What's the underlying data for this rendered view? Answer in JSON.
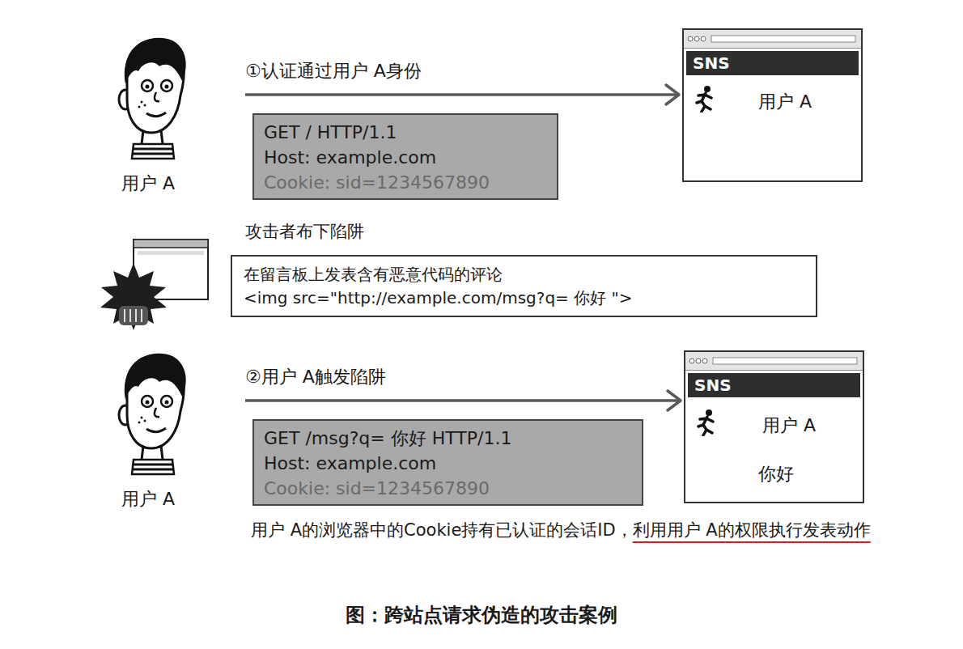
{
  "diagram": {
    "caption": "图：跨站点请求伪造的攻击案例",
    "nodes": [
      {
        "text": [
          "用户 A"
        ]
      },
      {
        "text": [
          "SNS",
          "用户 A"
        ]
      },
      {
        "text": [
          "GET / HTTP/1.1",
          "Host: example.com",
          "Cookie: sid=1234567890"
        ]
      },
      {
        "text": [
          "在留言板上发表含有恶意代码的评论",
          "<img src=\"http://example.com/msg?q= 你好 \">"
        ]
      },
      {
        "text": [
          "用户 A"
        ]
      },
      {
        "text": [
          "SNS",
          "用户 A",
          "你好"
        ]
      },
      {
        "text": [
          "GET /msg?q= 你好 HTTP/1.1",
          "Host: example.com",
          "Cookie: sid=1234567890"
        ]
      }
    ],
    "edges": [
      {
        "from": 0,
        "to": 1,
        "arrow": "to",
        "label": "①认证通过用户 A身份"
      },
      {
        "from": 4,
        "to": 5,
        "arrow": "to",
        "label": "②用户 A触发陷阱"
      }
    ],
    "labels": [
      "攻击者布下陷阱",
      "用户 A的浏览器中的Cookie持有已认证的会话ID，",
      "利用用户 A的权限执行发表动作"
    ]
  }
}
